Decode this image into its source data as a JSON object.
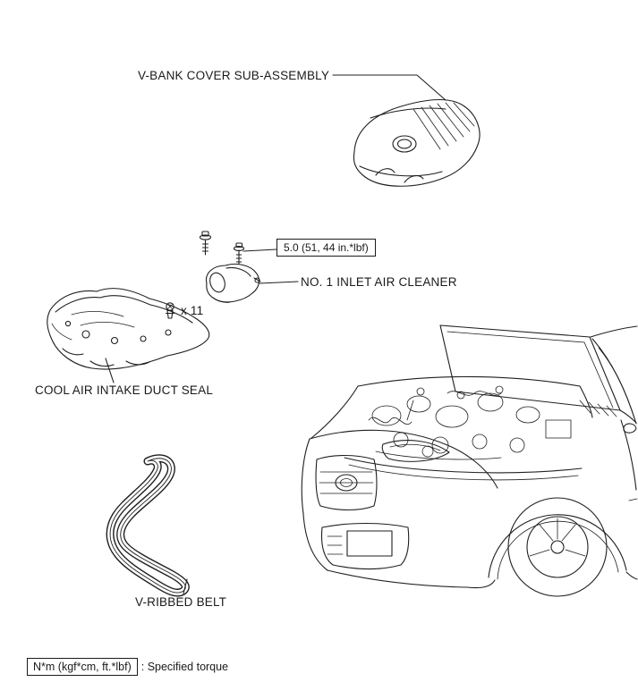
{
  "figure": {
    "background": "#ffffff",
    "line_color": "#1f1f1f"
  },
  "callouts": {
    "v_bank_cover": {
      "label": "V-BANK COVER SUB-ASSEMBLY"
    },
    "torque_spec": {
      "value": "5.0 (51, 44 in.*lbf)"
    },
    "inlet_air_cleaner": {
      "label": "NO. 1 INLET AIR CLEANER"
    },
    "clip_count": {
      "label": "x 11"
    },
    "cool_air_intake_duct_seal": {
      "label": "COOL AIR INTAKE DUCT SEAL"
    },
    "v_ribbed_belt": {
      "label": "V-RIBBED BELT"
    }
  },
  "legend": {
    "symbol": "N*m (kgf*cm, ft.*lbf)",
    "description": ": Specified torque"
  }
}
